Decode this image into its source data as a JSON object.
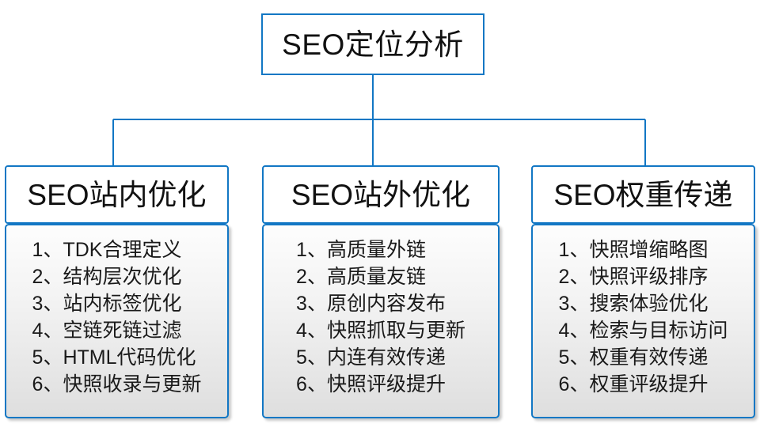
{
  "diagram": {
    "type": "org-tree",
    "accent_color": "#1277c4",
    "text_color": "#1a1a1a",
    "root": {
      "label": "SEO定位分析"
    },
    "branches": [
      {
        "header": "SEO站内优化",
        "items": [
          "1、TDK合理定义",
          "2、结构层次优化",
          "3、站内标签优化",
          "4、空链死链过滤",
          "5、HTML代码优化",
          "6、快照收录与更新"
        ]
      },
      {
        "header": "SEO站外优化",
        "items": [
          "1、高质量外链",
          "2、高质量友链",
          "3、原创内容发布",
          "4、快照抓取与更新",
          "5、内连有效传递",
          "6、快照评级提升"
        ]
      },
      {
        "header": "SEO权重传递",
        "items": [
          "1、快照增缩略图",
          "2、快照评级排序",
          "3、搜索体验优化",
          "4、检索与目标访问",
          "5、权重有效传递",
          "6、权重评级提升"
        ]
      }
    ]
  }
}
